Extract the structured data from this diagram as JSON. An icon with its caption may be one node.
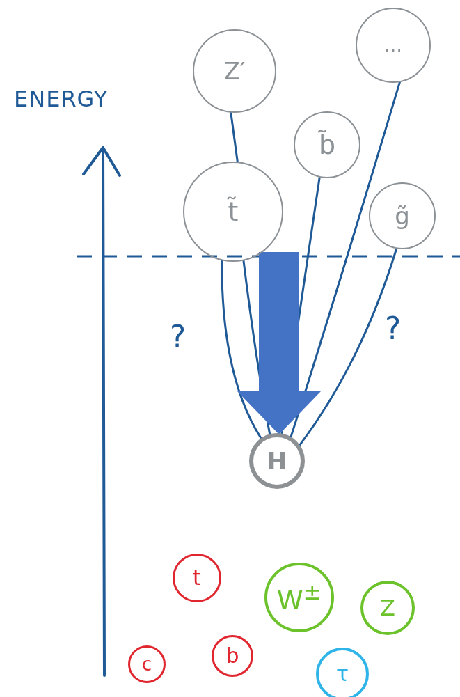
{
  "diagram": {
    "nodes": [
      {
        "text": [
          "Z′"
        ]
      },
      {
        "text": [
          "…"
        ]
      },
      {
        "text": [
          "b̃"
        ]
      },
      {
        "text": [
          "t̃"
        ]
      },
      {
        "text": [
          "g̃"
        ]
      },
      {
        "text": [
          "H"
        ]
      },
      {
        "text": [
          "t"
        ]
      },
      {
        "text": [
          "W$^{±}$"
        ]
      },
      {
        "text": [
          "Z"
        ]
      },
      {
        "text": [
          "c"
        ]
      },
      {
        "text": [
          "b"
        ]
      },
      {
        "text": [
          "τ"
        ]
      }
    ],
    "edges": [
      {
        "from": 0,
        "to": 3,
        "arrow": "none"
      },
      {
        "from": 3,
        "to": 5,
        "arrow": "none"
      },
      {
        "from": 3,
        "to": 5,
        "arrow": "none"
      },
      {
        "from": 2,
        "to": 5,
        "arrow": "none"
      },
      {
        "from": 1,
        "to": 5,
        "arrow": "none"
      },
      {
        "from": 4,
        "to": 5,
        "arrow": "none"
      },
      {
        "from": null,
        "to": 5,
        "arrow": "to",
        "style": "thick",
        "color": "#4472c4"
      }
    ],
    "labels": [
      "ENERGY",
      "?",
      "?"
    ]
  }
}
